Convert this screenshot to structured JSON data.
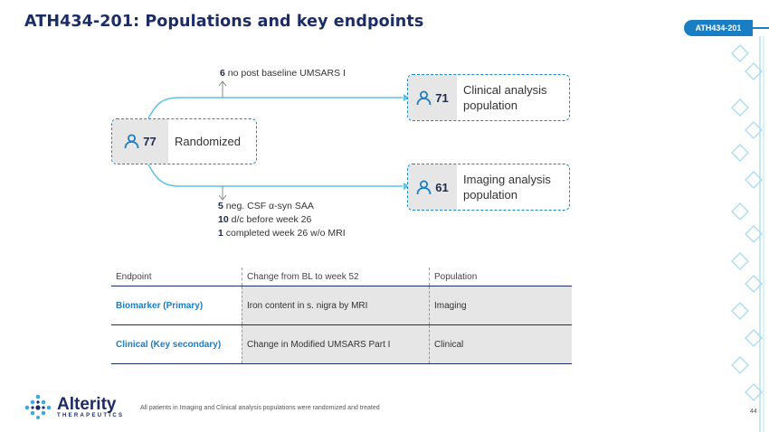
{
  "header": {
    "title": "ATH434-201: Populations and key endpoints",
    "tag": "ATH434-201"
  },
  "flow": {
    "randomized": {
      "count": "77",
      "label": "Randomized"
    },
    "clinical": {
      "count": "71",
      "label_line1": "Clinical analysis",
      "label_line2": "population"
    },
    "imaging": {
      "count": "61",
      "label_line1": "Imaging analysis",
      "label_line2": "population"
    },
    "top_note": {
      "count": "6",
      "text": "no post baseline UMSARS I"
    },
    "bottom_notes": [
      {
        "count": "5",
        "text": "neg. CSF α-syn SAA"
      },
      {
        "count": "10",
        "text": "d/c before week 26"
      },
      {
        "count": "1",
        "text": "completed week 26 w/o MRI"
      }
    ],
    "colors": {
      "accent": "#1a86c8",
      "line": "#5ec3e8"
    }
  },
  "table": {
    "headers": [
      "Endpoint",
      "Change from BL to week 52",
      "Population"
    ],
    "rows": [
      [
        "Biomarker (Primary)",
        "Iron content in s. nigra by MRI",
        "Imaging"
      ],
      [
        "Clinical (Key secondary)",
        "Change in Modified UMSARS Part I",
        "Clinical"
      ]
    ]
  },
  "footer": {
    "logo_name": "Alterity",
    "logo_sub": "THERAPEUTICS",
    "footnote": "All patients in Imaging and Clinical analysis populations were randomized and treated",
    "page": "44"
  }
}
